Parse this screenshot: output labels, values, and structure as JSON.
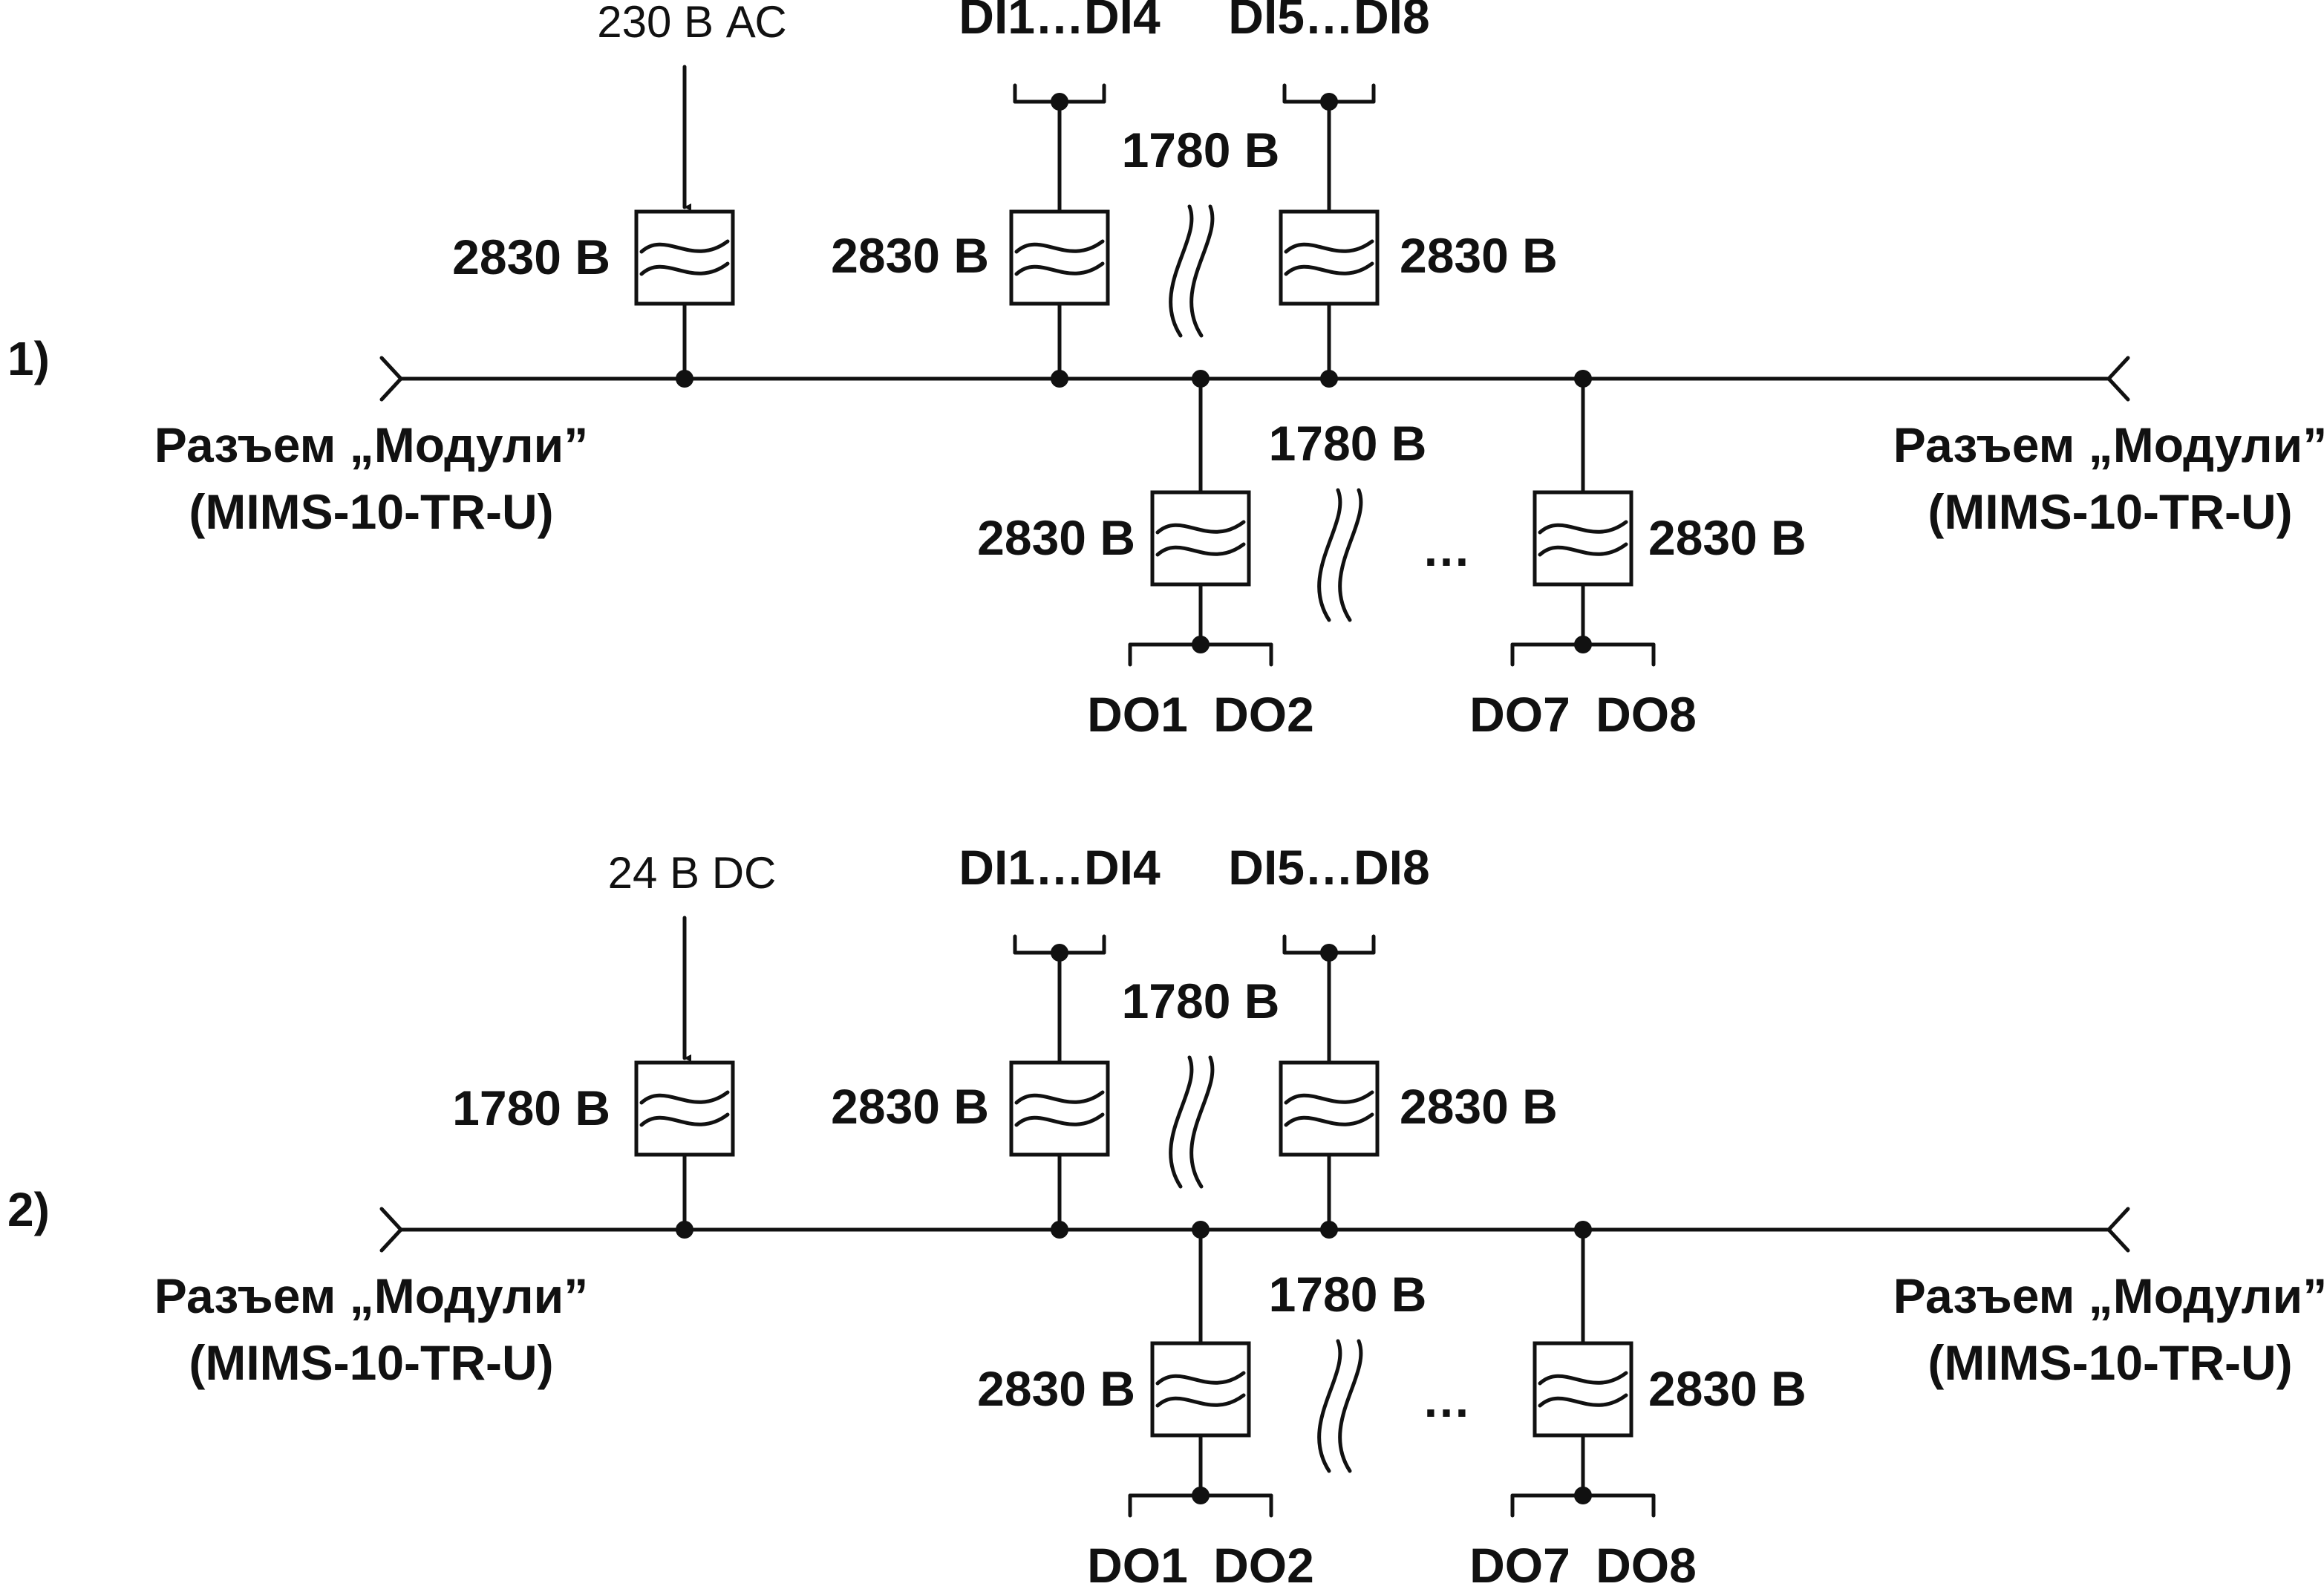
{
  "figures": [
    {
      "tag": "1)",
      "supply_label": "230 В АС",
      "supply_barrier": "2830 В",
      "di_group_1": "DI1…DI4",
      "di_group_1_barrier": "2830 В",
      "di_group_2": "DI5…DI8",
      "di_group_2_barrier": "2830 В",
      "di_between": "1780 В",
      "do_between": "1780 В",
      "do_group_1_barrier": "2830 В",
      "do_group_2_barrier": "2830 В",
      "do_group_1_labels": [
        "DO1",
        "DO2"
      ],
      "do_group_2_labels": [
        "DO7",
        "DO8"
      ],
      "ellipsis": "…",
      "connector_left": [
        "Разъем „Модули”",
        "(MIMS-10-TR-U)"
      ],
      "connector_right": [
        "Разъем „Модули”",
        "(MIMS-10-TR-U)"
      ]
    },
    {
      "tag": "2)",
      "supply_label": "24 В DC",
      "supply_barrier": "1780 В",
      "di_group_1": "DI1…DI4",
      "di_group_1_barrier": "2830 В",
      "di_group_2": "DI5…DI8",
      "di_group_2_barrier": "2830 В",
      "di_between": "1780 В",
      "do_between": "1780 В",
      "do_group_1_barrier": "2830 В",
      "do_group_2_barrier": "2830 В",
      "do_group_1_labels": [
        "DO1",
        "DO2"
      ],
      "do_group_2_labels": [
        "DO7",
        "DO8"
      ],
      "ellipsis": "…",
      "connector_left": [
        "Разъем „Модули”",
        "(MIMS-10-TR-U)"
      ],
      "connector_right": [
        "Разъем „Модули”",
        "(MIMS-10-TR-U)"
      ]
    }
  ]
}
